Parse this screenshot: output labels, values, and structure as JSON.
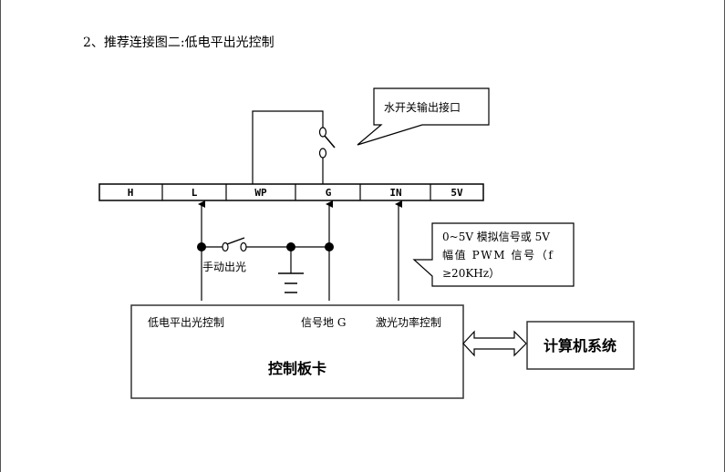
{
  "heading": "2、推荐连接图二:低电平出光控制",
  "terminal_strip": {
    "terminals": [
      "H",
      "L",
      "WP",
      "G",
      "IN",
      "5V"
    ]
  },
  "callouts": {
    "water_switch": "水开关输出接口",
    "signal_line1": "0~5V 模拟信号或 5V",
    "signal_line2": "幅值 PWM 信号（f",
    "signal_line3": "≥20KHz）"
  },
  "manual_switch_label": "手动出光",
  "control_board": {
    "title": "控制板卡",
    "port_low_level": "低电平出光控制",
    "port_signal_ground": "信号地 G",
    "port_laser_power": "激光功率控制"
  },
  "computer_system": "计算机系统",
  "colors": {
    "line": "#000000",
    "box_border": "#333333",
    "page_border": "#555555"
  }
}
